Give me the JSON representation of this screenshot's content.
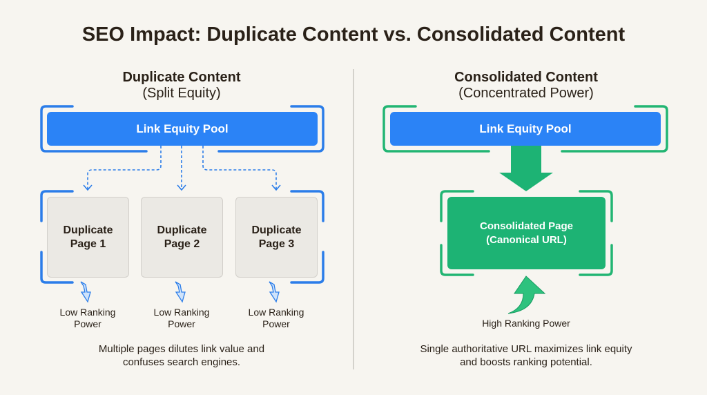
{
  "title": "SEO Impact: Duplicate Content vs. Consolidated Content",
  "left": {
    "heading": "Duplicate Content",
    "subheading": "(Split Equity)",
    "pool_label": "Link Equity Pool",
    "pages": [
      {
        "line1": "Duplicate",
        "line2": "Page 1"
      },
      {
        "line1": "Duplicate",
        "line2": "Page 2"
      },
      {
        "line1": "Duplicate",
        "line2": "Page 3"
      }
    ],
    "outcome_line1": "Low Ranking",
    "outcome_line2": "Power",
    "description_line1": "Multiple pages dilutes link value and",
    "description_line2": "confuses search engines."
  },
  "right": {
    "heading": "Consolidated Content",
    "subheading": "(Concentrated Power)",
    "pool_label": "Link Equity Pool",
    "page_line1": "Consolidated Page",
    "page_line2": "(Canonical URL)",
    "outcome": "High Ranking Power",
    "description_line1": "Single authoritative URL maximizes link equity",
    "description_line2": "and boosts ranking potential."
  },
  "colors": {
    "blue": "#2b83f6",
    "green": "#1db374",
    "bracket_blue": "#2b7de9",
    "bracket_green": "#22b573"
  }
}
